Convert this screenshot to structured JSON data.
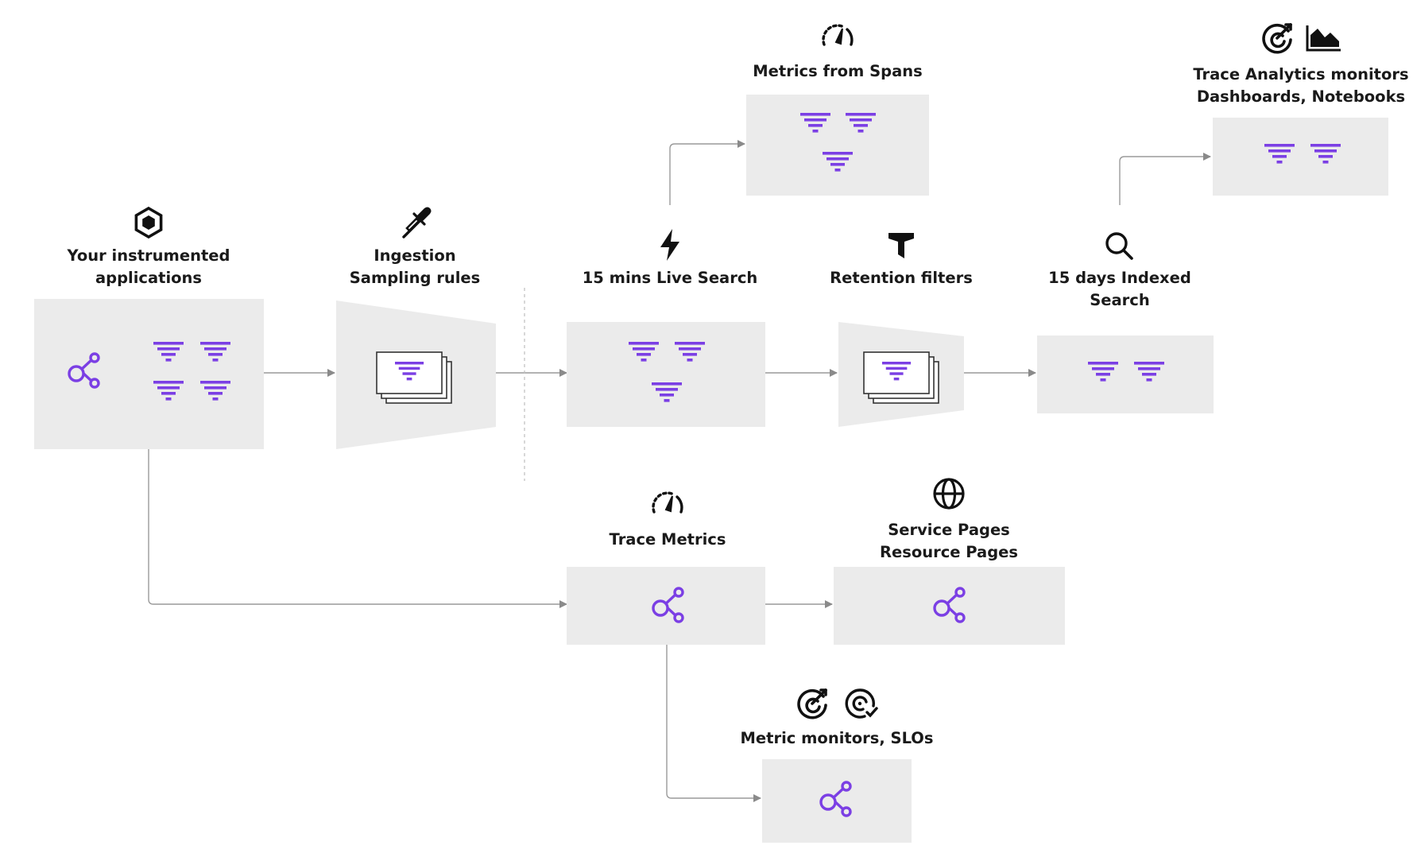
{
  "nodes": {
    "apps": {
      "label": [
        "Your instrumented",
        "applications"
      ],
      "icon": "hexagon-icon"
    },
    "ingestion": {
      "label": [
        "Ingestion",
        "Sampling rules"
      ],
      "icon": "eyedropper-icon"
    },
    "live": {
      "label": [
        "15 mins Live Search"
      ],
      "icon": "lightning-icon"
    },
    "spans": {
      "label": [
        "Metrics from Spans"
      ],
      "icon": "speedometer-icon"
    },
    "retention": {
      "label": [
        "Retention filters"
      ],
      "icon": "funnel-icon"
    },
    "indexed": {
      "label": [
        "15 days Indexed",
        "Search"
      ],
      "icon": "search-icon"
    },
    "analytics": {
      "label": [
        "Trace Analytics monitors",
        "Dashboards, Notebooks"
      ],
      "icons": [
        "target-icon",
        "area-chart-icon"
      ]
    },
    "trace": {
      "label": [
        "Trace Metrics"
      ],
      "icon": "speedometer-icon"
    },
    "service": {
      "label": [
        "Service Pages",
        "Resource Pages"
      ],
      "icon": "globe-icon"
    },
    "monitors": {
      "label": [
        "Metric monitors, SLOs"
      ],
      "icons": [
        "target-icon",
        "slo-target-icon"
      ]
    }
  },
  "colors": {
    "accent": "#7b3fe4",
    "box": "#ebebeb",
    "connector": "#9a9a9a",
    "text": "#1a1a1a"
  }
}
